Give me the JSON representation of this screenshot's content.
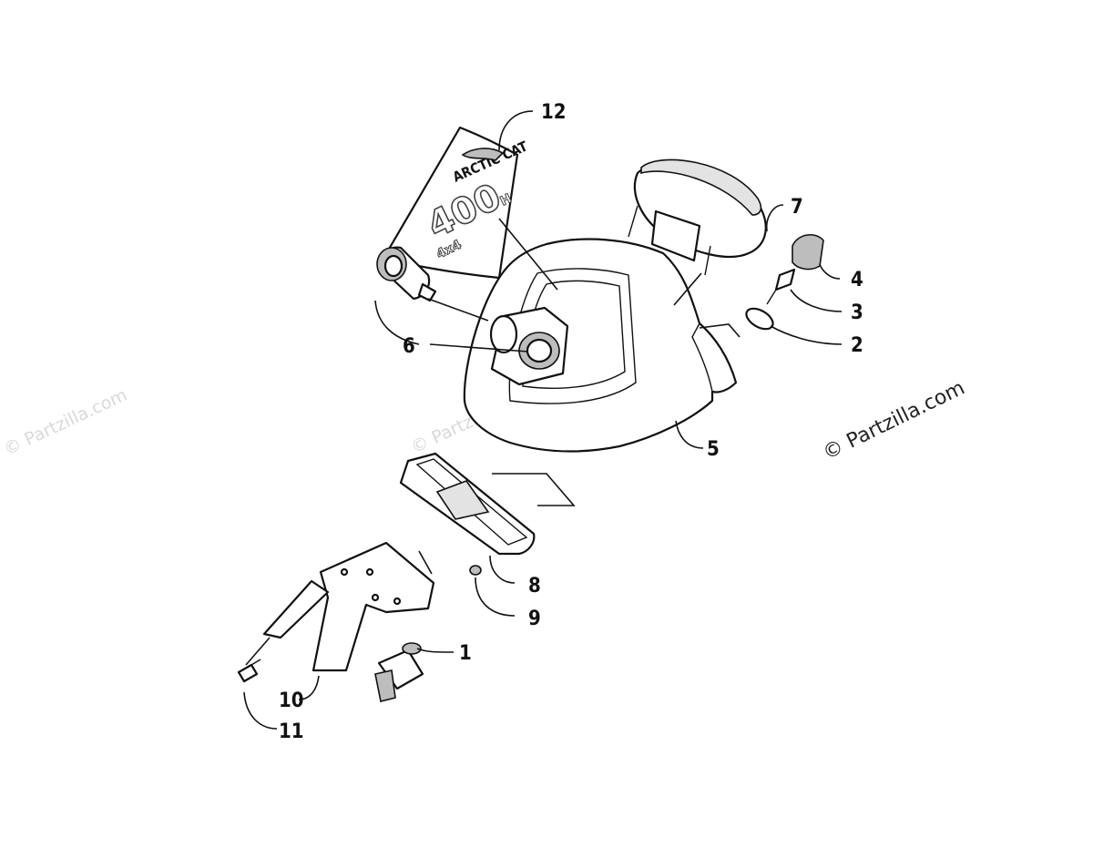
{
  "diagram": {
    "callouts": [
      {
        "id": "1",
        "label": "1"
      },
      {
        "id": "2",
        "label": "2"
      },
      {
        "id": "3",
        "label": "3"
      },
      {
        "id": "4",
        "label": "4"
      },
      {
        "id": "5",
        "label": "5"
      },
      {
        "id": "6",
        "label": "6"
      },
      {
        "id": "7",
        "label": "7"
      },
      {
        "id": "8",
        "label": "8"
      },
      {
        "id": "9",
        "label": "9"
      },
      {
        "id": "10",
        "label": "10"
      },
      {
        "id": "11",
        "label": "11"
      },
      {
        "id": "12",
        "label": "12"
      }
    ],
    "decal": {
      "brand": "ARCTIC CAT",
      "model": "400",
      "model_suffix": "H",
      "drive": "4x4"
    },
    "copyright": "© Partzilla.com",
    "watermark": "© Partzilla.com"
  }
}
